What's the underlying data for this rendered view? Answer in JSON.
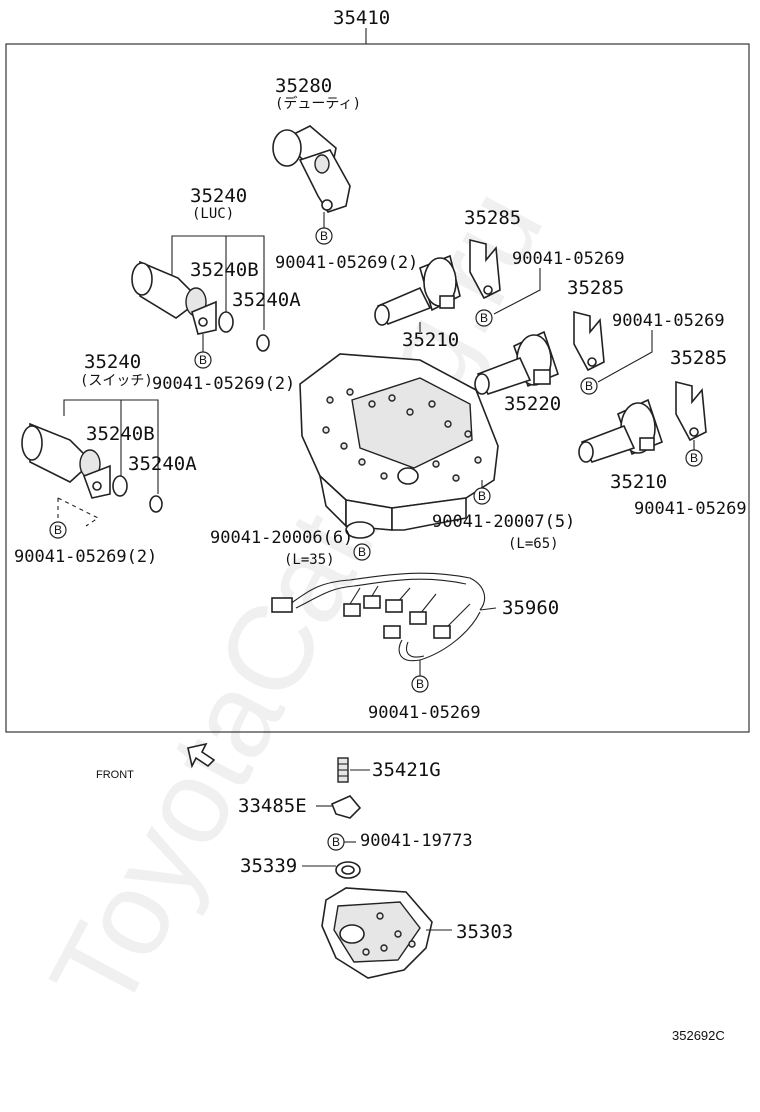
{
  "watermark": "ToyotaCatalog.ru",
  "reference_code": "352692C",
  "front_label": "FRONT",
  "bolt_symbol": "B",
  "parts": {
    "p35410": "35410",
    "p35280": "35280",
    "p35280_note": "(デューティ)",
    "p35280_bolt": "90041-05269(2)",
    "p35240_luc": "35240",
    "p35240_luc_note": "(LUC)",
    "p35240B_luc": "35240B",
    "p35240A_luc": "35240A",
    "p35240_luc_bolt": "90041-05269(2)",
    "p35240_sw": "35240",
    "p35240_sw_note": "(スイッチ)",
    "p35240B_sw": "35240B",
    "p35240A_sw": "35240A",
    "p35240_sw_bolt": "90041-05269(2)",
    "p35285_a": "35285",
    "p35285_a_bolt": "90041-05269",
    "p35285_b": "35285",
    "p35285_b_bolt": "90041-05269",
    "p35285_c": "35285",
    "p35285_c_bolt": "90041-05269",
    "p35210_a": "35210",
    "p35220": "35220",
    "p35210_b": "35210",
    "bolt_20006": "90041-20006(6)",
    "bolt_20006_len": "(L=35)",
    "bolt_20007": "90041-20007(5)",
    "bolt_20007_len": "(L=65)",
    "p35960": "35960",
    "p35960_bolt": "90041-05269",
    "p35421G": "35421G",
    "p33485E": "33485E",
    "p33485E_bolt": "90041-19773",
    "p35339": "35339",
    "p35303": "35303"
  }
}
